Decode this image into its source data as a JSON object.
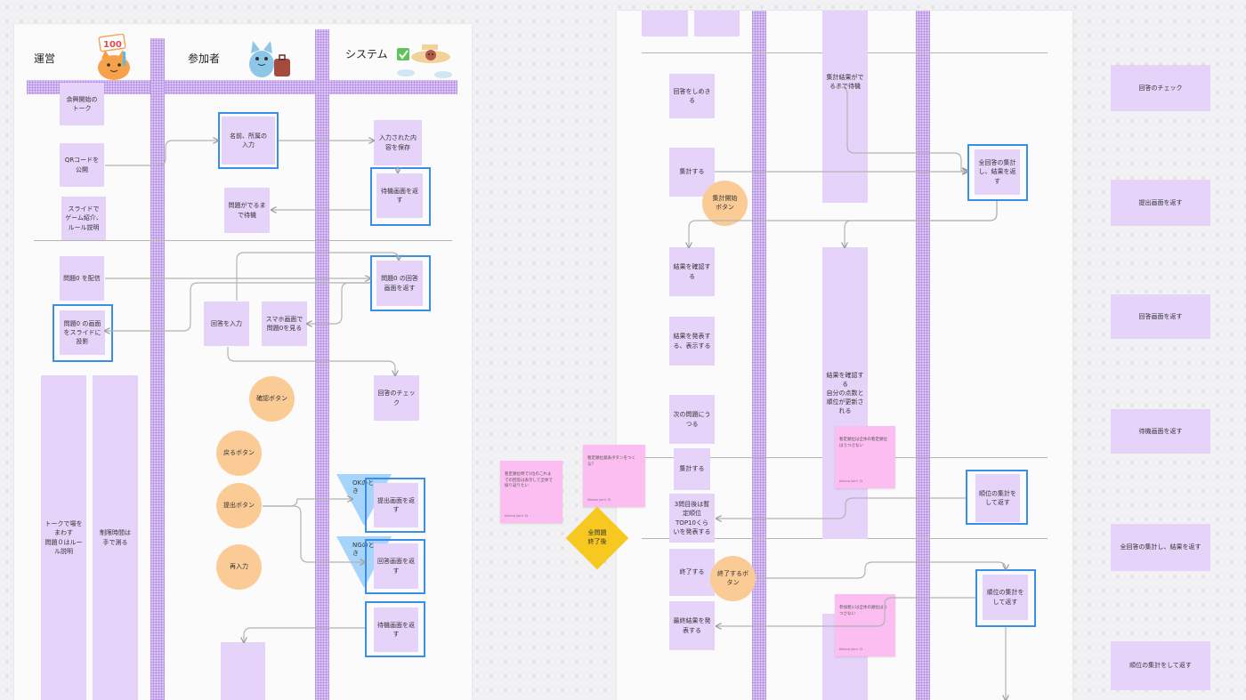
{
  "lanes": {
    "operator": "運営",
    "participant": "参加者",
    "system": "システム"
  },
  "left": {
    "s_opening_talk": "余興開始の\nトーク",
    "s_qr_publish": "QRコードを\n公開",
    "s_slide_intro": "スライドで\nゲーム紹介、\nルール説明",
    "s_name_input": "名前、所属の\n入力",
    "s_save_input": "入力された内\n容を保存",
    "s_return_wait": "待機画面を返\nす",
    "s_wait_question": "問題がでるま\nで待機",
    "s_deliver_q0": "問題0 を配信",
    "s_return_q0": "問題0 の回答\n画面を返す",
    "s_project_q0": "問題0 の画面\nをスライドに\n投影",
    "s_enter_answer": "回答を入力",
    "s_view_q0": "スマホ画面で\n問題0を見る",
    "s_check_answer": "回答のチェック",
    "s_talk_mc": "トークで場を\nまわす\n問題０はルー\nル説明",
    "s_time_limit": "制限時間は\n手で測る",
    "s_return_submit": "提出画面を返\nす",
    "s_return_answer": "回答画面を返\nす",
    "s_return_wait2": "待機画面を返\nす",
    "c_confirm": "確認ボタン",
    "c_back": "戻るボタン",
    "c_submit": "提出ボタン",
    "c_reenter": "再入力",
    "t_ok": "OKのと\nき",
    "t_ng": "NGのと\nき"
  },
  "right": {
    "s_close_answers": "回答をしめき\nる",
    "s_wait_result": "集計結果がで\nるまで待機",
    "s_aggregate": "集計する",
    "s_aggregate_all": "全回答の集計\nし、結果を返\nす",
    "c_agg_start": "集計開始\nボタン",
    "s_confirm_result": "結果を確認す\nる",
    "s_announce": "結果を発表す\nる、表示する",
    "s_result_detail": "結果を確認す\nる\n自分の点数と\n順位が更新さ\nれる",
    "s_next_q": "次の問題にう\nつる",
    "s_aggregate2": "集計する",
    "s_provisional": "3問目後は暫\n定順位\nTOP10くら\nいを発表する",
    "s_rank_agg": "順位の集計を\nして返す",
    "s_end": "終了する",
    "c_end_btn": "終了するボ\nタン",
    "s_rank_agg2": "順位の集計を\nして返す",
    "s_final_result": "最終結果を発\n表する",
    "d_all_done": "全問題\n終了後",
    "p_note1": "暫定順位は全体の暫定順位\nはうつさない",
    "p_note2": "参加者には全体の順位はう\nつさない",
    "p_note3": "暫定順位時で1位のこれま\nでの回答は表示して全体で\n振り返りたい",
    "p_note4": "暫定順位発表ボタンをつく\nる？",
    "p_meta": "Kibana Joint 15"
  },
  "far_right": [
    "回答のチェック",
    "提出画面を返す",
    "回答画面を返す",
    "待機画面を返す",
    "全回答の集計し、結果を返す",
    "順位の集計をして返す"
  ],
  "colors": {
    "lane": "#d9c3f4",
    "sticky": "#e6d3fa",
    "selection": "#3b8ee8",
    "circle": "#fbcb96",
    "pink_note": "#fcbdf0",
    "decision": "#f7c81f",
    "triangle": "#a6d4fb"
  }
}
